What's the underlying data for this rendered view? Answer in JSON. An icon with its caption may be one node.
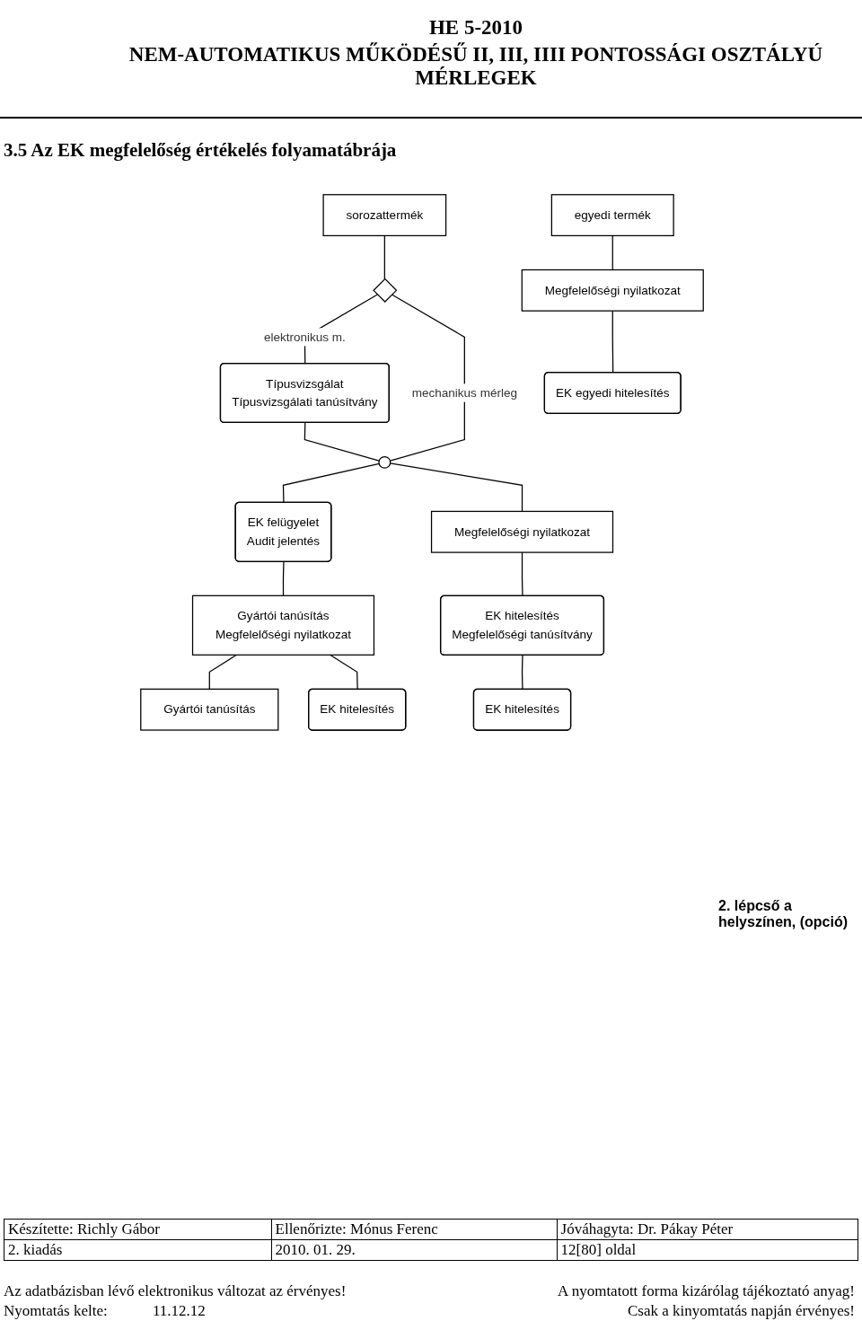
{
  "diagram": {
    "title": "3.5 Az EK megfelelőség értékelés folyamatábrája",
    "nodes": [
      {
        "text": [
          "sorozattermék"
        ]
      },
      {
        "text": [
          "egyedi termék"
        ]
      },
      {
        "text": [],
        "shape": "diamond"
      },
      {
        "text": [
          "Típusvizsgálat",
          "Típusvizsgálati tanúsítvány"
        ]
      },
      {
        "text": [],
        "shape": "circle"
      },
      {
        "text": [
          "EK felügyelet",
          "Audit jelentés"
        ]
      },
      {
        "text": [
          "Megfelelőségi nyilatkozat"
        ]
      },
      {
        "text": [
          "Megfelelőségi nyilatkozat"
        ]
      },
      {
        "text": [
          "Gyártói tanúsítás",
          "Megfelelőségi nyilatkozat"
        ]
      },
      {
        "text": [
          "EK hitelesítés",
          "Megfelelőségi tanúsítvány"
        ]
      },
      {
        "text": [
          "EK egyedi hitelesítés"
        ]
      },
      {
        "text": [
          "Gyártói tanúsítás"
        ]
      },
      {
        "text": [
          "EK hitelesítés"
        ]
      },
      {
        "text": [
          "EK hitelesítés"
        ]
      }
    ],
    "edges": [
      {
        "from": 0,
        "to": 2,
        "arrow": "none"
      },
      {
        "from": 2,
        "to": 3,
        "arrow": "none",
        "label": "elektronikus m."
      },
      {
        "from": 2,
        "to": 4,
        "arrow": "none",
        "label": "mechanikus mérleg"
      },
      {
        "from": 3,
        "to": 4,
        "arrow": "none"
      },
      {
        "from": 4,
        "to": 5,
        "arrow": "none"
      },
      {
        "from": 4,
        "to": 6,
        "arrow": "none"
      },
      {
        "from": 1,
        "to": 7,
        "arrow": "none"
      },
      {
        "from": 5,
        "to": 8,
        "arrow": "none"
      },
      {
        "from": 6,
        "to": 9,
        "arrow": "none"
      },
      {
        "from": 7,
        "to": 10,
        "arrow": "none"
      },
      {
        "from": 8,
        "to": 11,
        "arrow": "none"
      },
      {
        "from": 8,
        "to": 12,
        "arrow": "none"
      },
      {
        "from": 9,
        "to": 13,
        "arrow": "none"
      }
    ],
    "labels": [
      "HE 5-2010",
      "NEM-AUTOMATIKUS MŰKÖDÉSŰ II, III, IIII PONTOSSÁGI OSZTÁLYÚ MÉRLEGEK",
      "2. lépcső a helyszínen, (opció)",
      "Készítette: Richly Gábor",
      "Ellenőrizte: Mónus Ferenc",
      "Jóváhagyta: Dr. Pákay Péter",
      "2. kiadás",
      "2010. 01. 29.",
      "12[80] oldal",
      "Az adatbázisban lévő elektronikus változat az érvényes!",
      "A nyomtatott forma kizárólag tájékoztató anyag!",
      "Nyomtatás kelte:",
      "11.12.12",
      "Csak a kinyomtatás napján érvényes!"
    ]
  }
}
